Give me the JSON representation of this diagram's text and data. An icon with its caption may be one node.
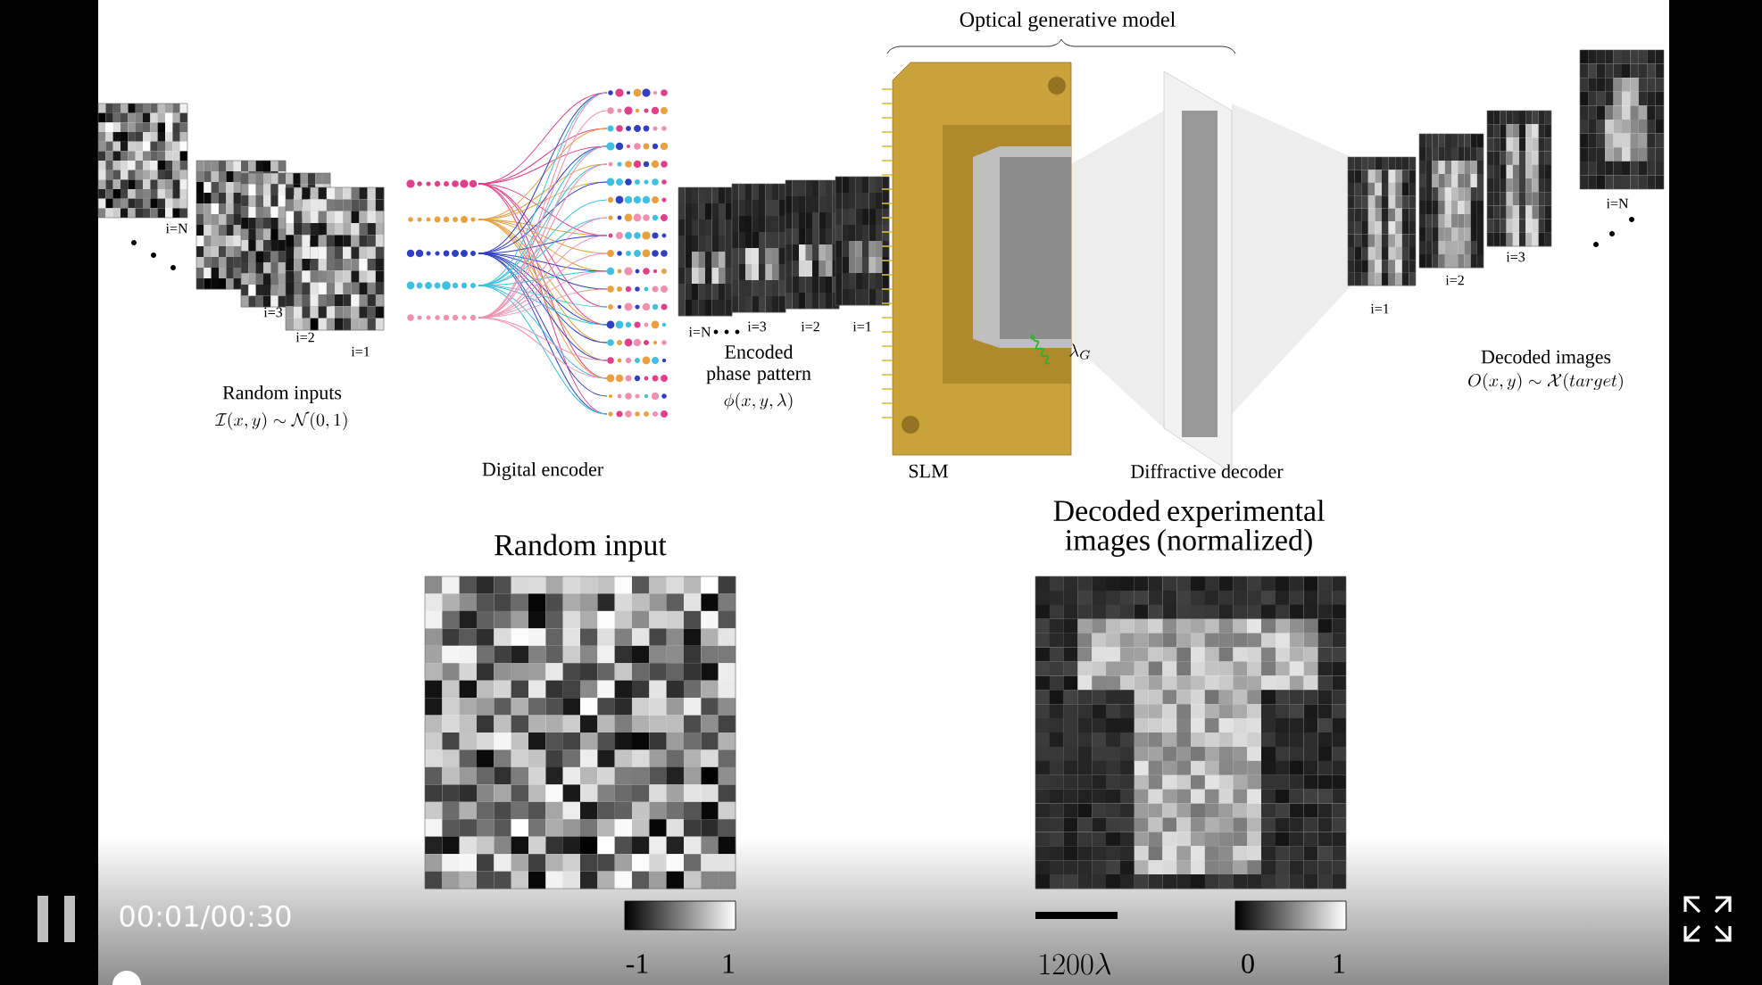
{
  "diagram": {
    "labels": [
      "Optical generative model",
      "i=N",
      "i=3",
      "i=2",
      "i=1",
      "Random inputs",
      "\\mathcal{I}(x,y)\\sim\\mathcal{N}(0,1)",
      "i=N",
      "i=3",
      "i=2",
      "i=1",
      "Encoded phase pattern",
      "\\phi(x,y,\\lambda)",
      "\\lambda_G",
      "i=1",
      "i=2",
      "i=3",
      "i=N",
      "Decoded images",
      "O(x,y)\\sim\\mathcal{X}(target)",
      "Digital encoder",
      "SLM",
      "Diffractive decoder",
      "Random input",
      "Decoded experimental images (normalized)",
      "-1",
      "1",
      "1200\\lambda",
      "0",
      "1",
      "00:01/00:30"
    ]
  }
}
